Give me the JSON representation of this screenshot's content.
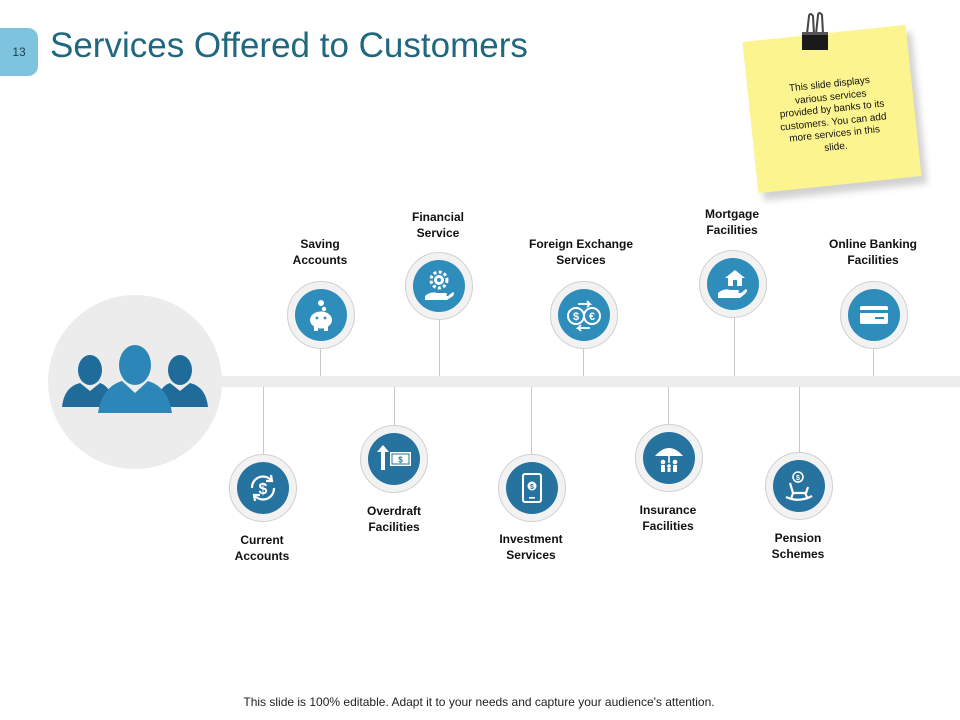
{
  "slide_number": "13",
  "title": "Services Offered to Customers",
  "note": "This slide displays various services provided by banks to its customers. You can add more services in this slide.",
  "services_top": [
    {
      "label": "Saving\nAccounts",
      "icon": "piggy-bank-icon"
    },
    {
      "label": "Financial\nService",
      "icon": "gear-hand-icon"
    },
    {
      "label": "Foreign  Exchange\nServices",
      "icon": "currency-exchange-icon"
    },
    {
      "label": "Mortgage\nFacilities",
      "icon": "house-hand-icon"
    },
    {
      "label": "Online  Banking\nFacilities",
      "icon": "credit-card-icon"
    }
  ],
  "services_bottom": [
    {
      "label": "Current\nAccounts",
      "icon": "dollar-cycle-icon"
    },
    {
      "label": "Overdraft\nFacilities",
      "icon": "banknote-arrow-icon"
    },
    {
      "label": "Investment\nServices",
      "icon": "tablet-dollar-icon"
    },
    {
      "label": "Insurance\nFacilities",
      "icon": "umbrella-family-icon"
    },
    {
      "label": "Pension\nSchemes",
      "icon": "rocking-chair-icon"
    }
  ],
  "hub_icon": "customers-group-icon",
  "colors": {
    "accent": "#2f8dbc",
    "title": "#20687f",
    "note": "#fcf48f"
  },
  "footer": "This slide is 100% editable. Adapt it to your needs and capture your audience's attention."
}
